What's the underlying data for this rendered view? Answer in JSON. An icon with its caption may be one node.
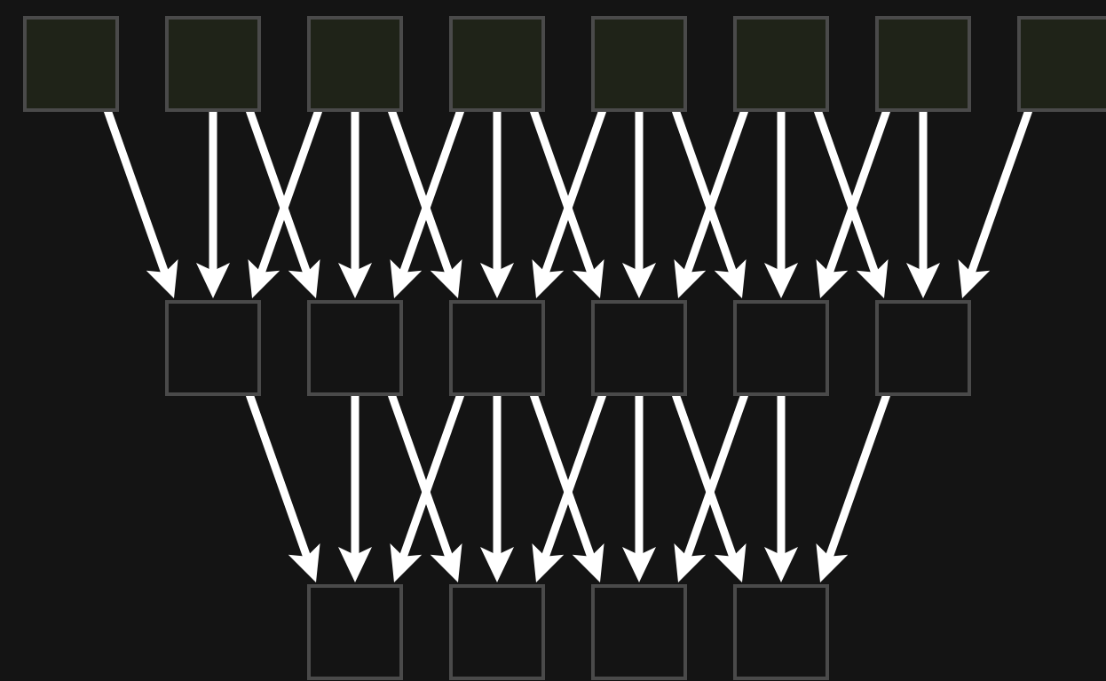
{
  "diagram": {
    "nodes": [
      {
        "text": [],
        "shape": "box"
      },
      {
        "text": [],
        "shape": "box"
      },
      {
        "text": [],
        "shape": "box"
      },
      {
        "text": [],
        "shape": "box"
      },
      {
        "text": [],
        "shape": "box"
      },
      {
        "text": [],
        "shape": "box"
      },
      {
        "text": [],
        "shape": "box"
      },
      {
        "text": [],
        "shape": "box"
      },
      {
        "text": [],
        "shape": "box"
      },
      {
        "text": [],
        "shape": "box"
      },
      {
        "text": [],
        "shape": "box"
      },
      {
        "text": [],
        "shape": "box"
      },
      {
        "text": [],
        "shape": "box"
      },
      {
        "text": [],
        "shape": "box"
      },
      {
        "text": [],
        "shape": "box"
      },
      {
        "text": [],
        "shape": "box"
      },
      {
        "text": [],
        "shape": "box"
      },
      {
        "text": [],
        "shape": "box"
      }
    ],
    "edges": [
      {
        "from": 0,
        "to": 8,
        "arrow": "to"
      },
      {
        "from": 1,
        "to": 8,
        "arrow": "to"
      },
      {
        "from": 2,
        "to": 8,
        "arrow": "to"
      },
      {
        "from": 1,
        "to": 9,
        "arrow": "to"
      },
      {
        "from": 2,
        "to": 9,
        "arrow": "to"
      },
      {
        "from": 3,
        "to": 9,
        "arrow": "to"
      },
      {
        "from": 2,
        "to": 10,
        "arrow": "to"
      },
      {
        "from": 3,
        "to": 10,
        "arrow": "to"
      },
      {
        "from": 4,
        "to": 10,
        "arrow": "to"
      },
      {
        "from": 3,
        "to": 11,
        "arrow": "to"
      },
      {
        "from": 4,
        "to": 11,
        "arrow": "to"
      },
      {
        "from": 5,
        "to": 11,
        "arrow": "to"
      },
      {
        "from": 4,
        "to": 12,
        "arrow": "to"
      },
      {
        "from": 5,
        "to": 12,
        "arrow": "to"
      },
      {
        "from": 6,
        "to": 12,
        "arrow": "to"
      },
      {
        "from": 5,
        "to": 13,
        "arrow": "to"
      },
      {
        "from": 6,
        "to": 13,
        "arrow": "to"
      },
      {
        "from": 7,
        "to": 13,
        "arrow": "to"
      },
      {
        "from": 8,
        "to": 14,
        "arrow": "to"
      },
      {
        "from": 9,
        "to": 14,
        "arrow": "to"
      },
      {
        "from": 10,
        "to": 14,
        "arrow": "to"
      },
      {
        "from": 9,
        "to": 15,
        "arrow": "to"
      },
      {
        "from": 10,
        "to": 15,
        "arrow": "to"
      },
      {
        "from": 11,
        "to": 15,
        "arrow": "to"
      },
      {
        "from": 10,
        "to": 16,
        "arrow": "to"
      },
      {
        "from": 11,
        "to": 16,
        "arrow": "to"
      },
      {
        "from": 12,
        "to": 16,
        "arrow": "to"
      },
      {
        "from": 11,
        "to": 17,
        "arrow": "to"
      },
      {
        "from": 12,
        "to": 17,
        "arrow": "to"
      },
      {
        "from": 13,
        "to": 17,
        "arrow": "to"
      }
    ]
  }
}
